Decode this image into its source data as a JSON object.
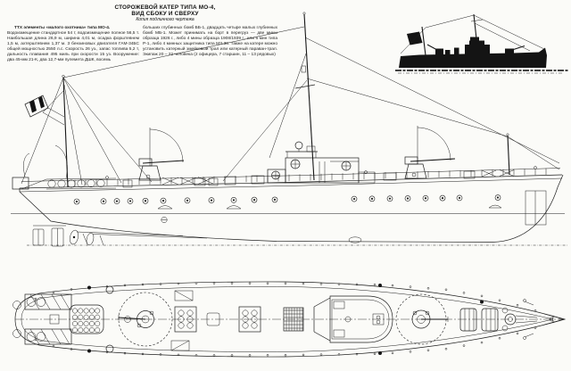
{
  "header": {
    "title_line1": "СТОРОЖЕВОЙ КАТЕР ТИПА МО-4,",
    "title_line2": "ВИД СБОКУ И СВЕРХУ",
    "subtitle": "Копия подлинного чертежа"
  },
  "specs": {
    "heading": "ТТХ элементы «малого охотника» типа МО-4.",
    "column_left_body": "Водоизмещение стандартное 54 т, водоизмещение полное 56,5 т. Наибольшая длина 26,9 м, ширина 4,01 м, осадка форштевнем 1,5 м, ахтерштевнем 1,37 м. 3 бензиновых двигателя ГАМ-34БС общей мощностью 2550 л.с. Скорость 26 уз., запас топлива 5,2 т, дальность плавания 495 миль при скорости 15 уз. Вооружение: два 45-мм 21-К, два 12,7-мм пулемета ДШК, восемь",
    "column_right_body": "больших глубинных бомб ББ-1, двадцать четыре малых глубинных бомб МБ-1. Может принимать на борт в перегруз — две мины образца 1926 г., либо 4 мины образца 1908/1939 г., или 6 мин типа Р-1, либо 4 минных защитника типа МЗ-36. Также на катере можно установить катерный змейковый трал или катерный параван-трал. Экипаж 20 – 22 человека (2 офицера, 7 старшин, 11 – 13 рядовых)"
  },
  "figure": {
    "views": [
      "вид сбоку",
      "вид сверху"
    ],
    "colors": {
      "paper": "#fbfbf8",
      "ink": "#1f1f1f"
    }
  }
}
